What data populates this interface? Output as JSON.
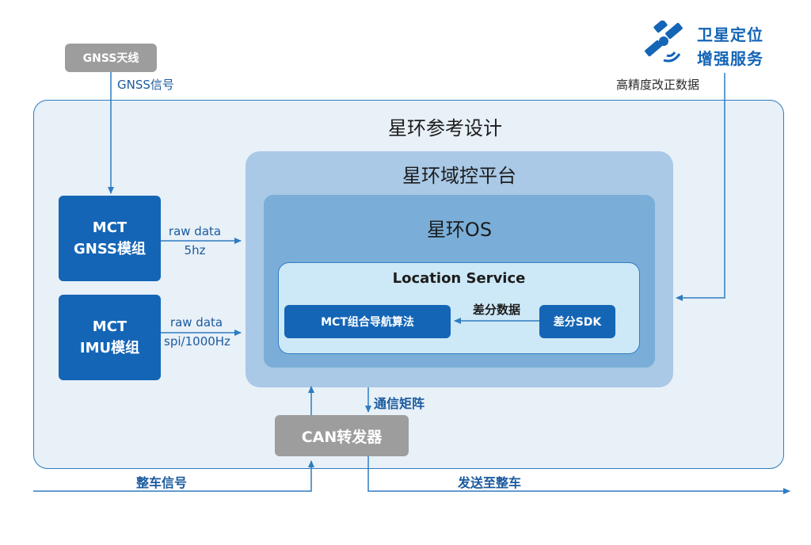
{
  "logo": {
    "line1": "卫星定位",
    "line2": "增强服务",
    "icon": "satellite-icon"
  },
  "antenna": {
    "label": "GNSS天线"
  },
  "labels": {
    "gnss_signal": "GNSS信号",
    "correction": "高精度改正数据",
    "gnss_raw_1": "raw data",
    "gnss_raw_2": "5hz",
    "imu_raw_1": "raw data",
    "imu_raw_2": "spi/1000Hz",
    "diff_data": "差分数据",
    "comm_matrix": "通信矩阵",
    "vehicle_signal": "整车信号",
    "send_to_vehicle": "发送至整车"
  },
  "panels": {
    "outer_title": "星环参考设计",
    "platform_title": "星环域控平台",
    "os_title": "星环OS",
    "location_title": "Location Service"
  },
  "modules": {
    "gnss_line1": "MCT",
    "gnss_line2": "GNSS模组",
    "imu_line1": "MCT",
    "imu_line2": "IMU模组",
    "nav_algo": "MCT组合导航算法",
    "diff_sdk": "差分SDK",
    "can": "CAN转发器"
  },
  "colors": {
    "accent": "#2f7cc0",
    "module_blue": "#1465b6",
    "grey_box": "#9d9d9d",
    "outer_fill": "#e8f0f8"
  }
}
